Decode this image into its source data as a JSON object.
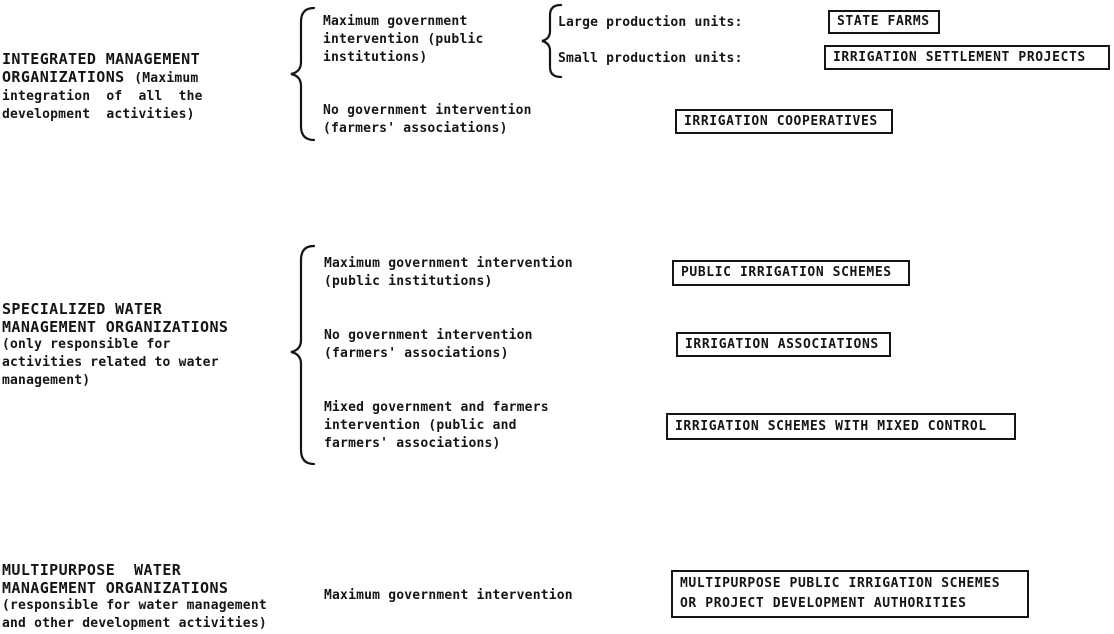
{
  "page": {
    "background_color": "#ffffff",
    "ink_color": "#151515",
    "description": "Typewritten classification diagram of irrigation management organization types"
  },
  "sections": [
    {
      "heading1": "INTEGRATED MANAGEMENT",
      "heading2": "ORGANIZATIONS",
      "note_inline": "(Maximum",
      "note_rest": "integration  of  all  the\ndevelopment  activities)",
      "items": [
        {
          "text": "Maximum government\nintervention (public\ninstitutions)"
        },
        {
          "text": "No government intervention\n(farmers' associations)",
          "box": "IRRIGATION COOPERATIVES"
        }
      ],
      "sub_items": [
        {
          "label": "Large production units:",
          "box": "STATE FARMS"
        },
        {
          "label": "Small production units:",
          "box": "IRRIGATION SETTLEMENT PROJECTS"
        }
      ]
    },
    {
      "heading1": "SPECIALIZED WATER",
      "heading2": "MANAGEMENT ORGANIZATIONS",
      "note_rest": "(only responsible for\nactivities related to water\nmanagement)",
      "items": [
        {
          "text": "Maximum government intervention\n(public institutions)",
          "box": "PUBLIC IRRIGATION SCHEMES"
        },
        {
          "text": "No government intervention\n(farmers' associations)",
          "box": "IRRIGATION ASSOCIATIONS"
        },
        {
          "text": "Mixed government and farmers\nintervention (public and\nfarmers' associations)",
          "box": "IRRIGATION SCHEMES WITH MIXED CONTROL"
        }
      ]
    },
    {
      "heading1": "MULTIPURPOSE  WATER",
      "heading2": "MANAGEMENT ORGANIZATIONS",
      "note_rest": "(responsible for water management\nand other development activities)",
      "items": [
        {
          "text": "Maximum government intervention",
          "box": "MULTIPURPOSE PUBLIC IRRIGATION SCHEMES\nOR PROJECT DEVELOPMENT AUTHORITIES"
        }
      ]
    }
  ]
}
